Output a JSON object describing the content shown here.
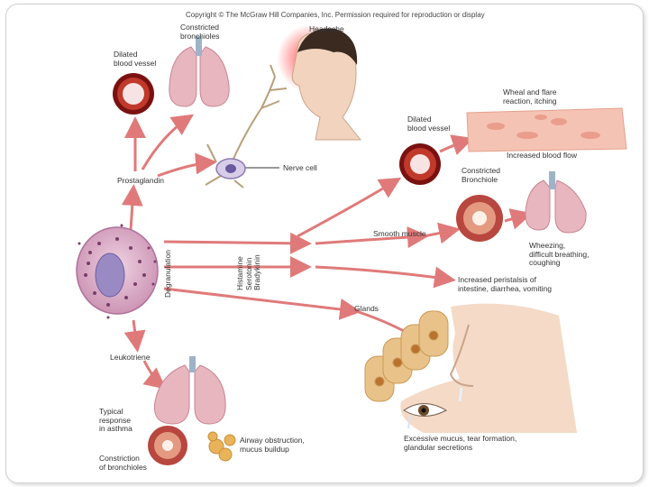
{
  "copyright": "Copyright © The McGraw Hill Companies, Inc. Permission required for reproduction or display",
  "labels": {
    "dilated_vessel_top": "Dilated\nblood vessel",
    "constricted_bronchioles_top": "Constricted\nbronchioles",
    "headache": "Headache",
    "nerve_cell": "Nerve cell",
    "prostaglandin": "Prostaglandin",
    "degranulation": "Degranulation",
    "histamine": "Histamine\nSerotonin\nBradykinin",
    "dilated_vessel_right": "Dilated\nblood vessel",
    "wheal_flare": "Wheal and flare\nreaction, itching",
    "increased_blood_flow": "Increased blood flow",
    "constricted_bronchiole_right": "Constricted\nBronchiole",
    "smooth_muscle": "Smooth muscle",
    "wheezing": "Wheezing,\ndifficult breathing,\ncoughing",
    "peristalsis": "Increased peristalsis of\nintestine, diarrhea, vomiting",
    "glands": "Glands",
    "leukotriene": "Leukotriene",
    "typical_response": "Typical\nresponse\nin asthma",
    "airway_obstruction": "Airway obstruction,\nmucus buildup",
    "constriction_bronchioles": "Constriction\nof bronchioles",
    "excessive_mucus": "Excessive mucus, tear formation,\nglandular secretions"
  },
  "colors": {
    "arrow": "#e07a7a",
    "vessel": "#8b1a1a",
    "lung": "#e8b6bf",
    "cell": "#d8a9c4",
    "nucleus": "#9a8ac4",
    "skin": "#f2d3bd",
    "gland": "#e9c28a"
  },
  "icons": [
    "dilated-vessel-icon",
    "lungs-icon",
    "nerve-cell-icon",
    "head-headache-icon",
    "mast-cell-icon",
    "skin-wheal-icon",
    "eye-icon",
    "nose-icon",
    "gland-cells-icon",
    "mucus-icon"
  ]
}
